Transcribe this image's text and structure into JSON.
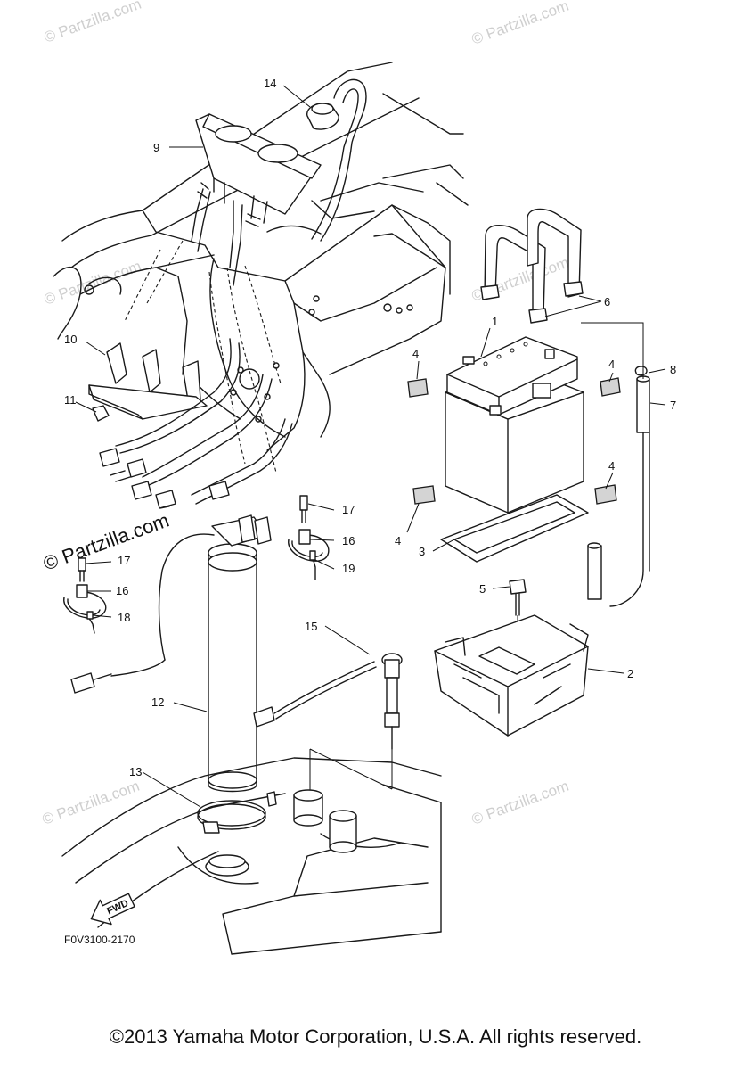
{
  "watermarks": {
    "light": "© Partzilla.com",
    "dark": "© Partzilla.com"
  },
  "diagram": {
    "code": "F0V3100-2170",
    "fwd_label": "FWD",
    "callouts": [
      "1",
      "2",
      "3",
      "4",
      "4",
      "4",
      "4",
      "5",
      "6",
      "7",
      "8",
      "9",
      "10",
      "11",
      "12",
      "13",
      "14",
      "15",
      "16",
      "16",
      "17",
      "17",
      "18",
      "19"
    ]
  },
  "footer": {
    "copyright": "©2013 Yamaha Motor Corporation, U.S.A. All rights reserved."
  }
}
